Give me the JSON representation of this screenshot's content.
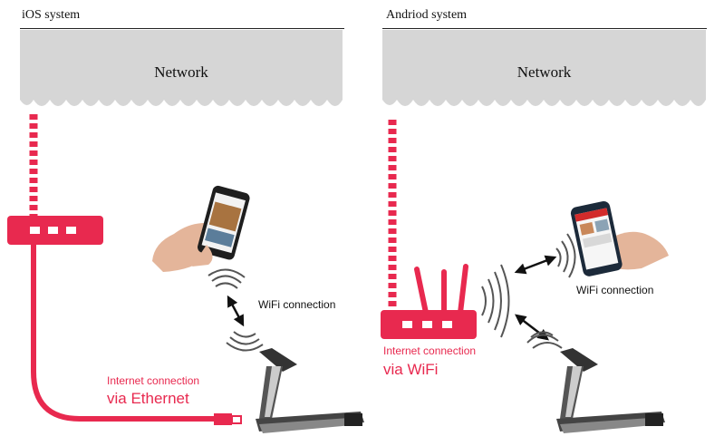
{
  "ios": {
    "title": "iOS system",
    "network_label": "Network",
    "wifi_label": "WiFi connection",
    "internet_line1": "Internet connection",
    "internet_line2": "via Ethernet"
  },
  "android": {
    "title": "Andriod system",
    "network_label": "Network",
    "wifi_label": "WiFi connection",
    "internet_line1": "Internet connection",
    "internet_line2": "via WiFi"
  },
  "colors": {
    "accent": "#e8294f",
    "cloud": "#d6d6d6",
    "text": "#111111"
  },
  "icons": [
    "router-icon",
    "wifi-router-icon",
    "smartphone-icon",
    "treadmill-icon",
    "wifi-waves-icon",
    "double-arrow-icon",
    "ethernet-plug-icon"
  ]
}
